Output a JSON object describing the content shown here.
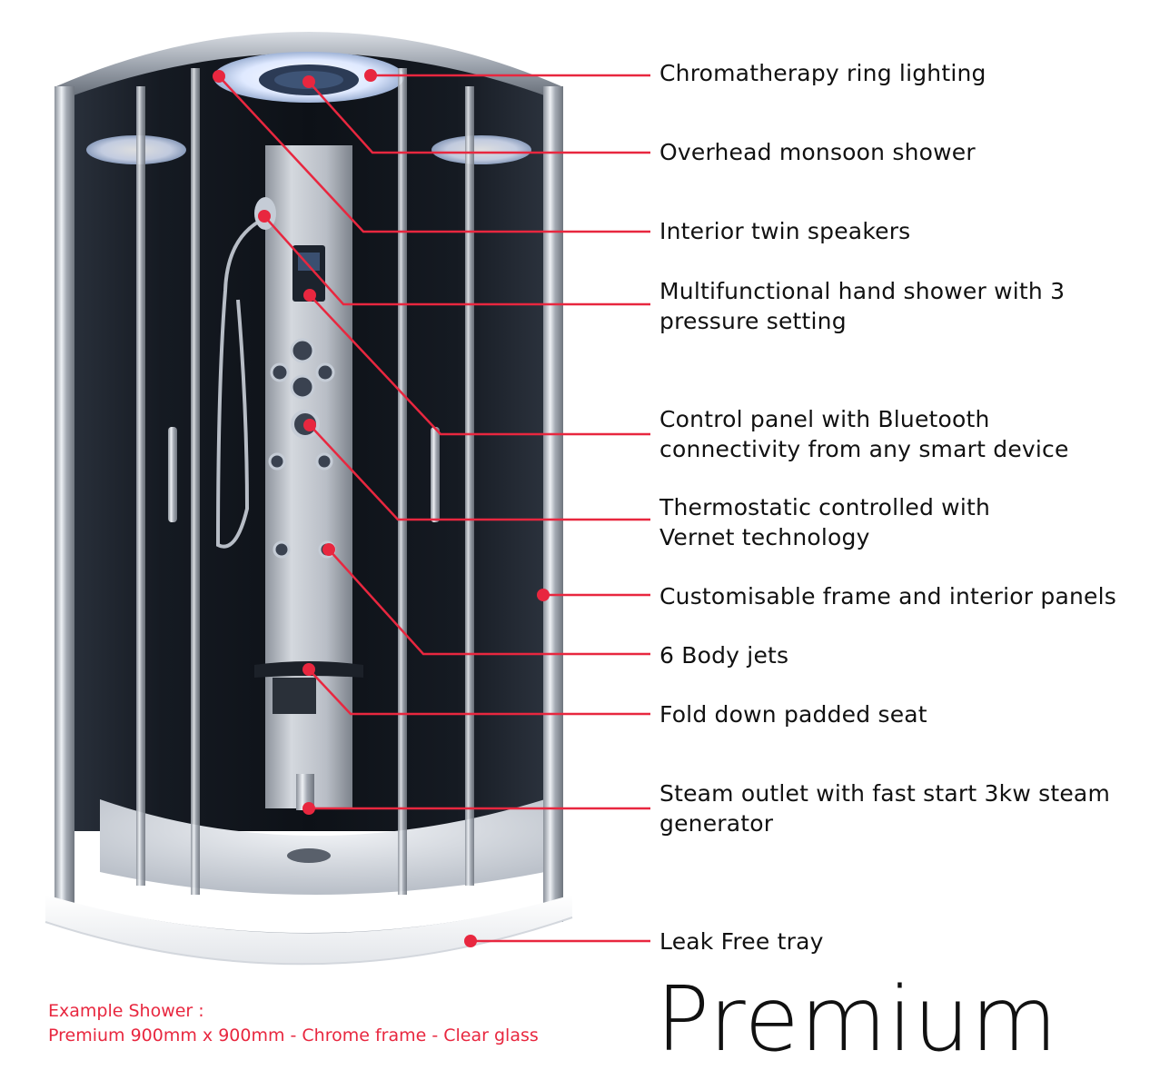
{
  "features": [
    {
      "id": "chromatherapy",
      "lines": [
        "Chromatherapy ring lighting"
      ]
    },
    {
      "id": "monsoon",
      "lines": [
        "Overhead monsoon shower"
      ]
    },
    {
      "id": "speakers",
      "lines": [
        "Interior twin speakers"
      ]
    },
    {
      "id": "hand-shower",
      "lines": [
        "Multifunctional hand shower with 3",
        "pressure setting"
      ]
    },
    {
      "id": "control-panel",
      "lines": [
        "Control panel with Bluetooth",
        "connectivity from any smart device"
      ]
    },
    {
      "id": "thermostatic",
      "lines": [
        "Thermostatic controlled with",
        "Vernet technology"
      ]
    },
    {
      "id": "frame",
      "lines": [
        "Customisable frame and interior panels"
      ]
    },
    {
      "id": "body-jets",
      "lines": [
        "6 Body jets"
      ]
    },
    {
      "id": "seat",
      "lines": [
        "Fold down padded seat"
      ]
    },
    {
      "id": "steam",
      "lines": [
        "Steam outlet with fast start 3kw steam",
        "generator"
      ]
    },
    {
      "id": "tray",
      "lines": [
        "Leak Free tray"
      ]
    }
  ],
  "caption": {
    "line1": "Example Shower :",
    "line2": "Premium 900mm x 900mm - Chrome frame - Clear glass"
  },
  "title": "Premium",
  "colors": {
    "callout": "#e8273f",
    "text": "#111111",
    "chrome": "#c9ced6",
    "glass_dark": "#1a1f28"
  }
}
